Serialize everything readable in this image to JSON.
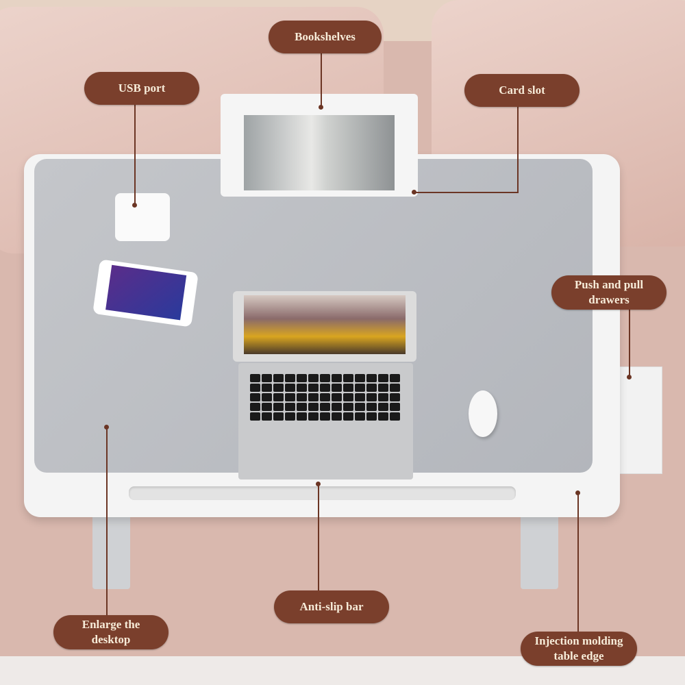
{
  "labels": {
    "bookshelves": "Bookshelves",
    "usb_port": "USB port",
    "card_slot": "Card slot",
    "drawers": "Push and pull drawers",
    "enlarge": "Enlarge the desktop",
    "anti_slip": "Anti-slip bar",
    "edge": "Injection molding table edge"
  },
  "colors": {
    "label_bg": "#7a3f2c",
    "label_text": "#f7ecd9",
    "desk_surface": "#b9bcc2",
    "desk_frame": "#f4f4f4",
    "bedding": "#d9b8ae"
  }
}
